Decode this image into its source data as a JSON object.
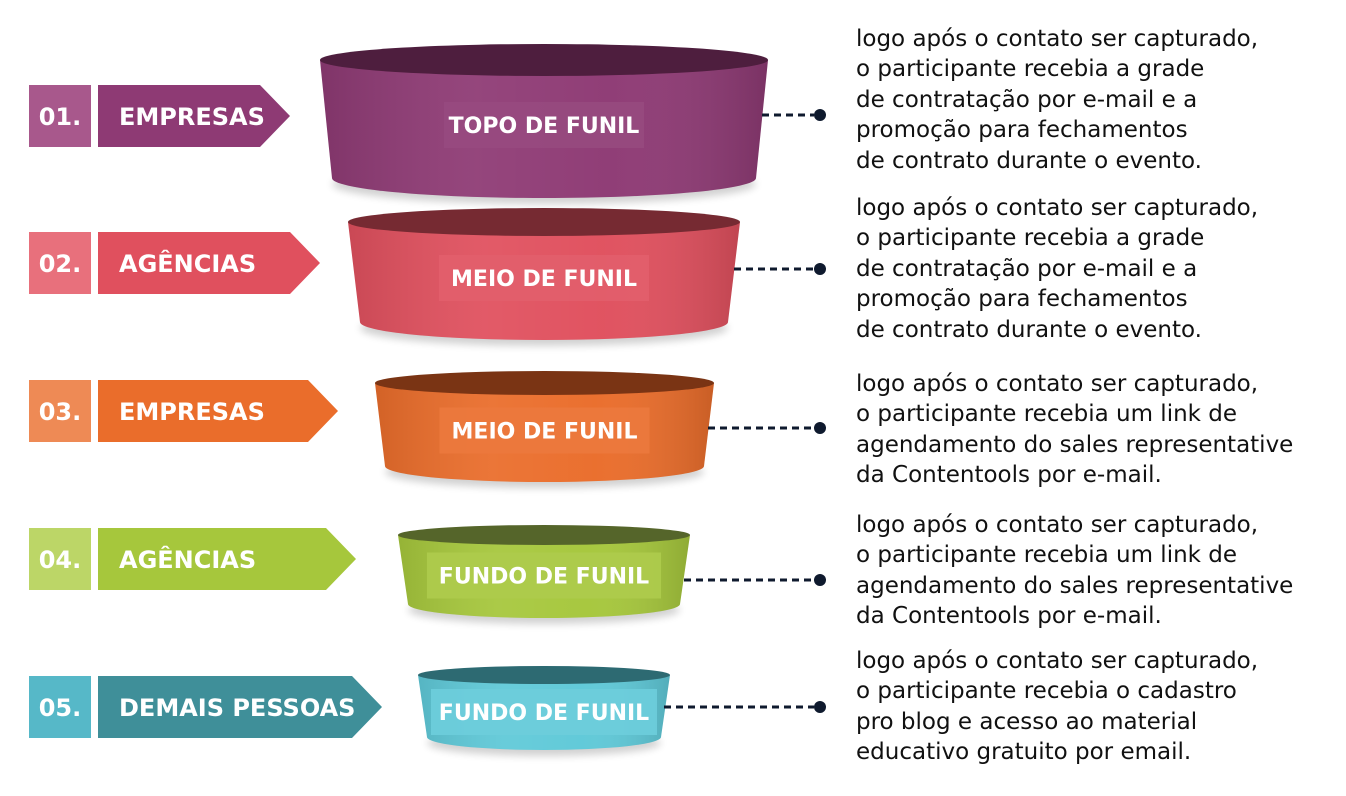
{
  "stages": [
    {
      "number": "01.",
      "label": "EMPRESAS",
      "funnel_label": "TOPO DE FUNIL",
      "color": "#8e3a74",
      "number_color": "#a8588c",
      "rim_color": "#4e1e3e",
      "description": [
        "logo após o contato ser capturado,",
        "o participante recebia a grade",
        "de contratação por e-mail e a",
        "promoção para fechamentos",
        "de contrato durante o evento."
      ]
    },
    {
      "number": "02.",
      "label": "AGÊNCIAS",
      "funnel_label": "MEIO DE FUNIL",
      "color": "#e0505e",
      "number_color": "#e8707c",
      "rim_color": "#762a32",
      "description": [
        "logo após o contato ser capturado,",
        "o participante recebia a grade",
        "de contratação por e-mail e a",
        "promoção para fechamentos",
        "de contrato durante o evento."
      ]
    },
    {
      "number": "03.",
      "label": "EMPRESAS",
      "funnel_label": "MEIO DE FUNIL",
      "color": "#ea6d2b",
      "number_color": "#ee8a55",
      "rim_color": "#7a3414",
      "description": [
        "logo após o contato ser capturado,",
        "o participante recebia um link de",
        "agendamento do sales representative",
        "da Contentools por e-mail."
      ]
    },
    {
      "number": "04.",
      "label": "AGÊNCIAS",
      "funnel_label": "FUNDO DE FUNIL",
      "color": "#a6c73c",
      "number_color": "#bcd667",
      "rim_color": "#55652a",
      "description": [
        "logo após o contato ser capturado,",
        "o participante recebia um link de",
        "agendamento do sales representative",
        "da Contentools por e-mail."
      ]
    },
    {
      "number": "05.",
      "label": "DEMAIS PESSOAS",
      "funnel_label": "FUNDO DE FUNIL",
      "color": "#3f8f99",
      "number_color": "#56b8c8",
      "rim_color": "#2d6a72",
      "funnel_color": "#5fc9d8",
      "description": [
        "logo após o contato ser capturado,",
        "o participante recebia o cadastro",
        "pro blog e acesso ao material",
        "educativo gratuito por email."
      ]
    }
  ]
}
